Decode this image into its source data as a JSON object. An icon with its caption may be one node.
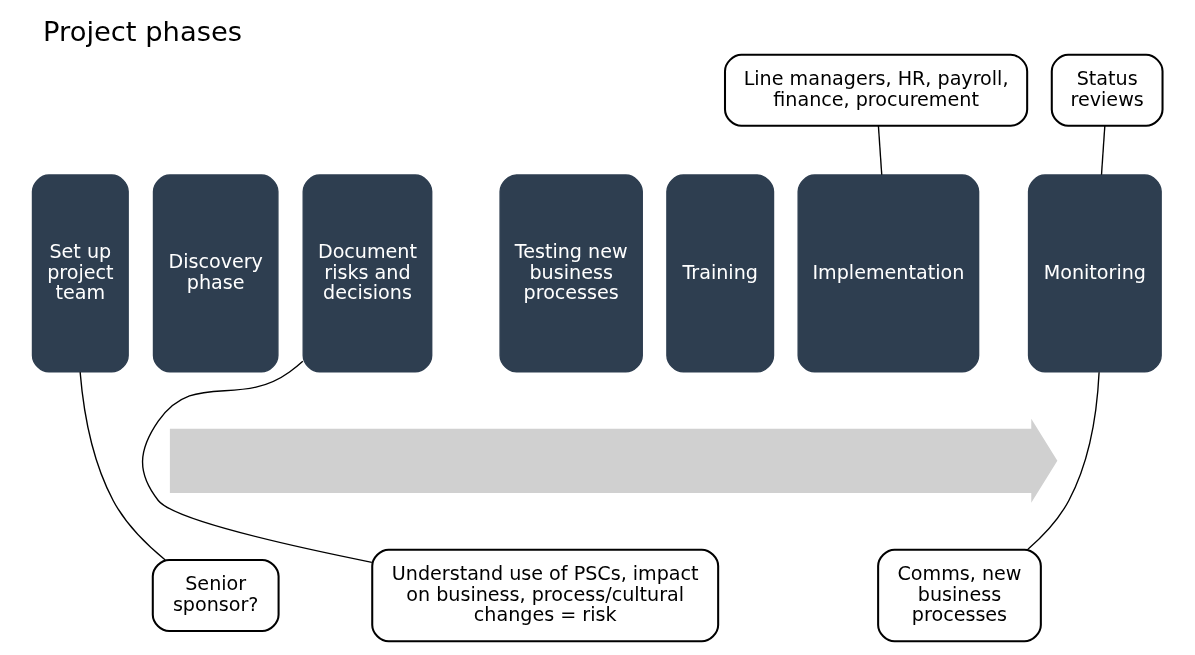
{
  "diagram": {
    "title": "Project phases",
    "nodes": [
      {
        "text": [
          "Line managers, HR, payroll, finance, procurement"
        ]
      },
      {
        "text": [
          "Status reviews"
        ]
      },
      {
        "text": [],
        "shape": "arrow"
      },
      {
        "text": [
          "Set up project team"
        ]
      },
      {
        "text": [
          "Discovery phase"
        ]
      },
      {
        "text": [
          "Document risks and decisions"
        ]
      },
      {
        "text": [
          "Testing new business processes"
        ]
      },
      {
        "text": [
          "Training"
        ]
      },
      {
        "text": [
          "Implementation"
        ]
      },
      {
        "text": [
          "Monitoring"
        ]
      },
      {
        "text": [
          "Senior sponsor?"
        ]
      },
      {
        "text": [
          "Understand use of PSCs, impact on business, process/cultural changes = risk"
        ]
      },
      {
        "text": [
          "Comms, new business processes"
        ]
      }
    ],
    "edges": [
      {
        "from": 0,
        "to": 8,
        "arrow": "none"
      },
      {
        "from": 1,
        "to": 9,
        "arrow": "none"
      },
      {
        "from": 10,
        "to": 3,
        "arrow": "none"
      },
      {
        "from": 11,
        "to": 5,
        "arrow": "none"
      },
      {
        "from": 12,
        "to": 9,
        "arrow": "none"
      }
    ]
  }
}
